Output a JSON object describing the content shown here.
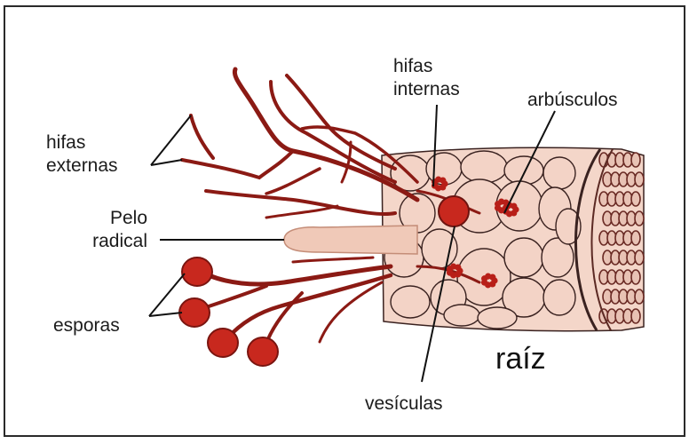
{
  "diagram": {
    "labels": {
      "hifas_externas": [
        "hifas",
        "externas"
      ],
      "pelo_radical": [
        "Pelo",
        "radical"
      ],
      "esporas": "esporas",
      "hifas_internas": [
        "hifas",
        "internas"
      ],
      "arbusculos": "arbúsculos",
      "vesiculas": "vesículas",
      "raiz": "raíz"
    },
    "colors": {
      "hypha": "#8b1a14",
      "spore": "#c8281e",
      "cell_fill": "#f3d3c6",
      "cell_edge": "#3a2220",
      "root_hair": "#f0c9b8",
      "arbuscule": "#b81f18",
      "vascular": "#6a2a24"
    }
  }
}
